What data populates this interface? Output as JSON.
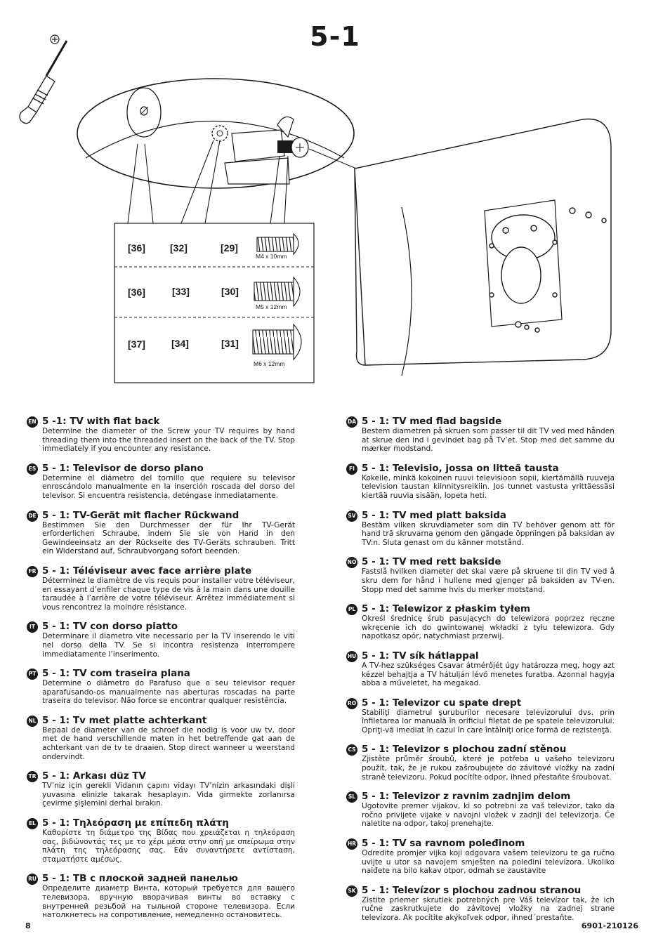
{
  "page": {
    "title": "5-1",
    "page_number": "8",
    "doc_code": "6901-210126"
  },
  "screw_table": {
    "rows": [
      {
        "a": "[36]",
        "b": "[32]",
        "c": "[29]",
        "size": "M4 x 10mm"
      },
      {
        "a": "[36]",
        "b": "[33]",
        "c": "[30]",
        "size": "M5 x 12mm"
      },
      {
        "a": "[37]",
        "b": "[34]",
        "c": "[31]",
        "size": "M6 x 12mm"
      }
    ]
  },
  "sections_left": [
    {
      "code": "EN",
      "title": "5 -1:  TV with flat back",
      "body": "Determine the diameter of the Screw your TV requires by hand threading them into the threaded insert on the back of the TV. Stop immediately if you encounter any resistance."
    },
    {
      "code": "ES",
      "title": "5 - 1: Televisor de dorso plano",
      "body": "Determine el diámetro del tornillo que requiere su televisor enroscándolo manualmente en la inserción roscada del dorso del televisor. Si encuentra resistencia, deténgase inmediatamente."
    },
    {
      "code": "DE",
      "title": "5 - 1: TV-Gerät mit flacher Rückwand",
      "body": "Bestimmen Sie den Durchmesser der für Ihr TV-Gerät erforderlichen Schraube, indem Sie sie von Hand in den Gewindeeinsatz an der Rückseite des TV-Geräts schrauben. Tritt ein Widerstand auf, Schraubvorgang sofort beenden."
    },
    {
      "code": "FR",
      "title": "5 - 1: Téléviseur avec face arrière plate",
      "body": "Déterminez le  diamètre de vis requis pour installer votre téléviseur, en essayant d’enfiler chaque type de vis à la main dans une douille taraudée à l’arrière de votre téléviseur. Arrêtez immédiatement si vous rencontrez la moindre résistance."
    },
    {
      "code": "IT",
      "title": "5 - 1: TV con dorso piatto",
      "body": "Determinare il diametro vite necessario per la TV inserendo le viti nel dorso della TV. Se si incontra resistenza interrompere immediatamente l’inserimento."
    },
    {
      "code": "PT",
      "title": "5 - 1:  TV com traseira plana",
      "body": "Determine o diâmetro do Parafuso que o seu televisor requer aparafusando-os manualmente nas aberturas roscadas na parte traseira do televisor.  Não force se encontrar qualquer resistência."
    },
    {
      "code": "NL",
      "title": "5 - 1:  Tv met platte achterkant",
      "body": "Bepaal de diameter van de schroef die nodig is voor uw tv, door met de hand verschillende maten in het betreffende gat aan de achterkant van de tv te draaien. Stop direct wanneer u weerstand ondervindt."
    },
    {
      "code": "TR",
      "title": "5 - 1:  Arkası düz TV",
      "body": "TV’niz için gerekli Vidanın çapını vidayı TV’nizin arkasındaki dişli yuvasına elinizle takarak hesaplayın.  Vida girmekte zorlanırsa çevirme şişlemini derhal bırakın."
    },
    {
      "code": "EL",
      "title": "5 - 1:  Τηλεόραση με επίπεδη πλάτη",
      "body": "Καθορίστε τη διάμετρο της Βίδας που χρειάζεται η τηλεόραση σας, βιδώνοντάς τες με το χέρι μέσα στην οπή με σπείρωμα στην πλάτη της τηλεόρασης σας. Εάν συναντήσετε αντίσταση, σταματήστε αμέσως."
    },
    {
      "code": "RU",
      "title": "5 - 1: ТВ с плоской задней панелью",
      "body": "Определите диаметр Винта, который требуется для вашего телевизора, вручную вворачивая винты во вставку с внутренней резьбой на тыльной стороне телевизора. Если натолкнетесь на сопротивление, немедленно остановитесь."
    }
  ],
  "sections_right": [
    {
      "code": "DA",
      "title": "5 - 1: TV med flad bagside",
      "body": "Bestem diametren på skruen som passer til dit TV ved med hånden at skrue den ind i gevindet bag på Tv’et. Stop med det samme du mærker modstand."
    },
    {
      "code": "FI",
      "title": "5 - 1: Televisio, jossa on litteä tausta",
      "body": "Kokeile, minkä kokoinen ruuvi televisioon sopii, kiertämällä ruuveja television taustan kiinnitysreikiin. Jos tunnet vastusta yrittäessäsi kiertää ruuvia sisään, lopeta heti."
    },
    {
      "code": "SV",
      "title": "5 - 1:  TV med platt baksida",
      "body": "Bestäm vilken skruvdiameter som din TV behöver genom att för hand trä skruvarna genom den gängade öppningen på baksidan av TV:n. Sluta genast om du känner motstånd."
    },
    {
      "code": "NO",
      "title": "5 - 1:  TV med rett bakside",
      "body": "Fastslå hvilken diameter det skal være på skruene til din TV ved å skru dem for hånd i hullene med gjenger på baksiden av TV-en. Stopp med det samme hvis du merker motstand."
    },
    {
      "code": "PL",
      "title": "5 - 1:  Telewizor z płaskim tyłem",
      "body": "Określ średnicę śrub pasujących do telewizora poprzez ręczne wkręcenie ich do gwintowanej wkładki z tyłu telewizora. Gdy napotkasz opór, natychmiast przerwij."
    },
    {
      "code": "HU",
      "title": "5 - 1:  TV sík hátlappal",
      "body": "A TV-hez szükséges Csavar átmérőjét úgy határozza meg, hogy azt kézzel behajtja a TV hátulján lévő menetes furatba. Azonnal hagyja abba a műveletet, ha megakad."
    },
    {
      "code": "RO",
      "title": "5 - 1: Televizor cu spate drept",
      "body": "Stabiliţi diametrul şuruburilor necesare televizorului dvs. prin înfiletarea lor manuală în orificiul filetat de pe spatele televizorului. Opriţi-vă imediat în cazul în care întâlniţi orice formă de rezistenţă."
    },
    {
      "code": "CS",
      "title": "5 - 1:  Televizor s plochou zadní stěnou",
      "body": "Zjistěte průměr šroubů, které je potřeba u vašeho televizoru použít, tak, že je rukou zašroubujete do závitové vložky na zadní straně televizoru. Pokud pocítíte odpor, ihned přestaňte šroubovat."
    },
    {
      "code": "SL",
      "title": "5 - 1: Televizor z ravnim zadnjim delom",
      "body": "Ugotovite premer vijakov, ki so potrebni za vaš televizor, tako da ročno privijete vijake v navojni vložek v zadnji del televizorja. Če naletite na odpor, takoj prenehajte."
    },
    {
      "code": "HR",
      "title": "5 - 1:   TV sa ravnom poleđinom",
      "body": "Odredite promjer vijka koji odgovara vašem televizoru te ga ručno uvijte u utor sa navojem smješten na poleđini televizora. Ukoliko naiđete na bilo kakav otpor, odmah se zaustavite"
    },
    {
      "code": "SK",
      "title": "5 - 1: Televízor s plochou zadnou stranou",
      "body": "Zistite priemer skrutiek potrebných pre Váš televízor tak, že ich ručne zaskrutkujete do závitovej vložky na zadnej strane televízora. Ak pocítite akýkoľvek odpor, ihned´prestaňte."
    }
  ]
}
